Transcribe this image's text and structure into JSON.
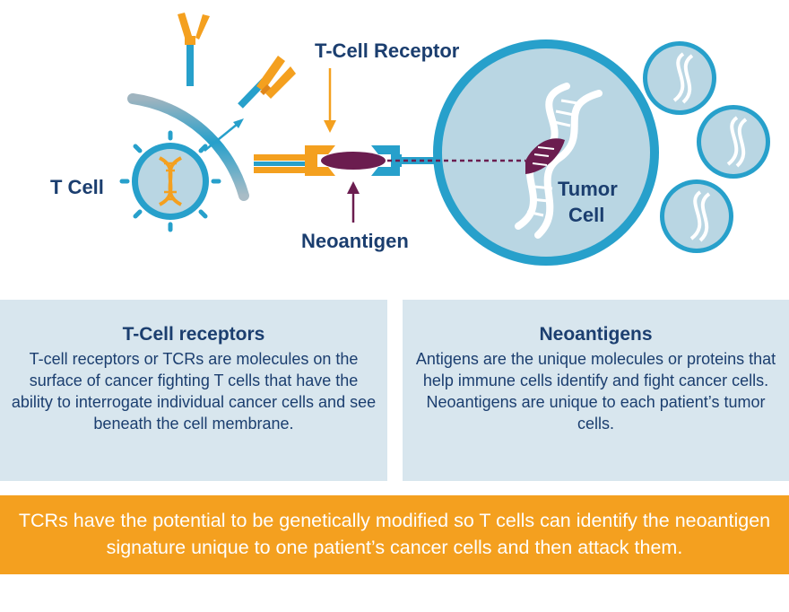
{
  "colors": {
    "teal": "#27a0cb",
    "orange": "#f4a01f",
    "purple": "#6b1d4f",
    "navy": "#1b3e6f",
    "panel": "#d8e6ee",
    "cell_fill": "#b9d6e3"
  },
  "labels": {
    "t_cell": "T Cell",
    "t_cell_receptor": "T-Cell Receptor",
    "neoantigen": "Neoantigen",
    "tumor_cell_line1": "Tumor",
    "tumor_cell_line2": "Cell"
  },
  "panels": {
    "tcr": {
      "title": "T-Cell receptors",
      "body": "T-cell receptors or TCRs are molecules on the surface of cancer fighting T cells that have the ability to interrogate individual cancer cells and see beneath the cell membrane."
    },
    "neo": {
      "title": "Neoantigens",
      "body": "Antigens are the unique molecules or proteins that help immune cells identify and fight cancer cells. Neoantigens are unique to each patient’s tumor cells."
    }
  },
  "banner": {
    "text": "TCRs have the potential to be genetically modified so T cells can identify the neoantigen signature unique to one patient’s cancer cells and then attack them."
  }
}
